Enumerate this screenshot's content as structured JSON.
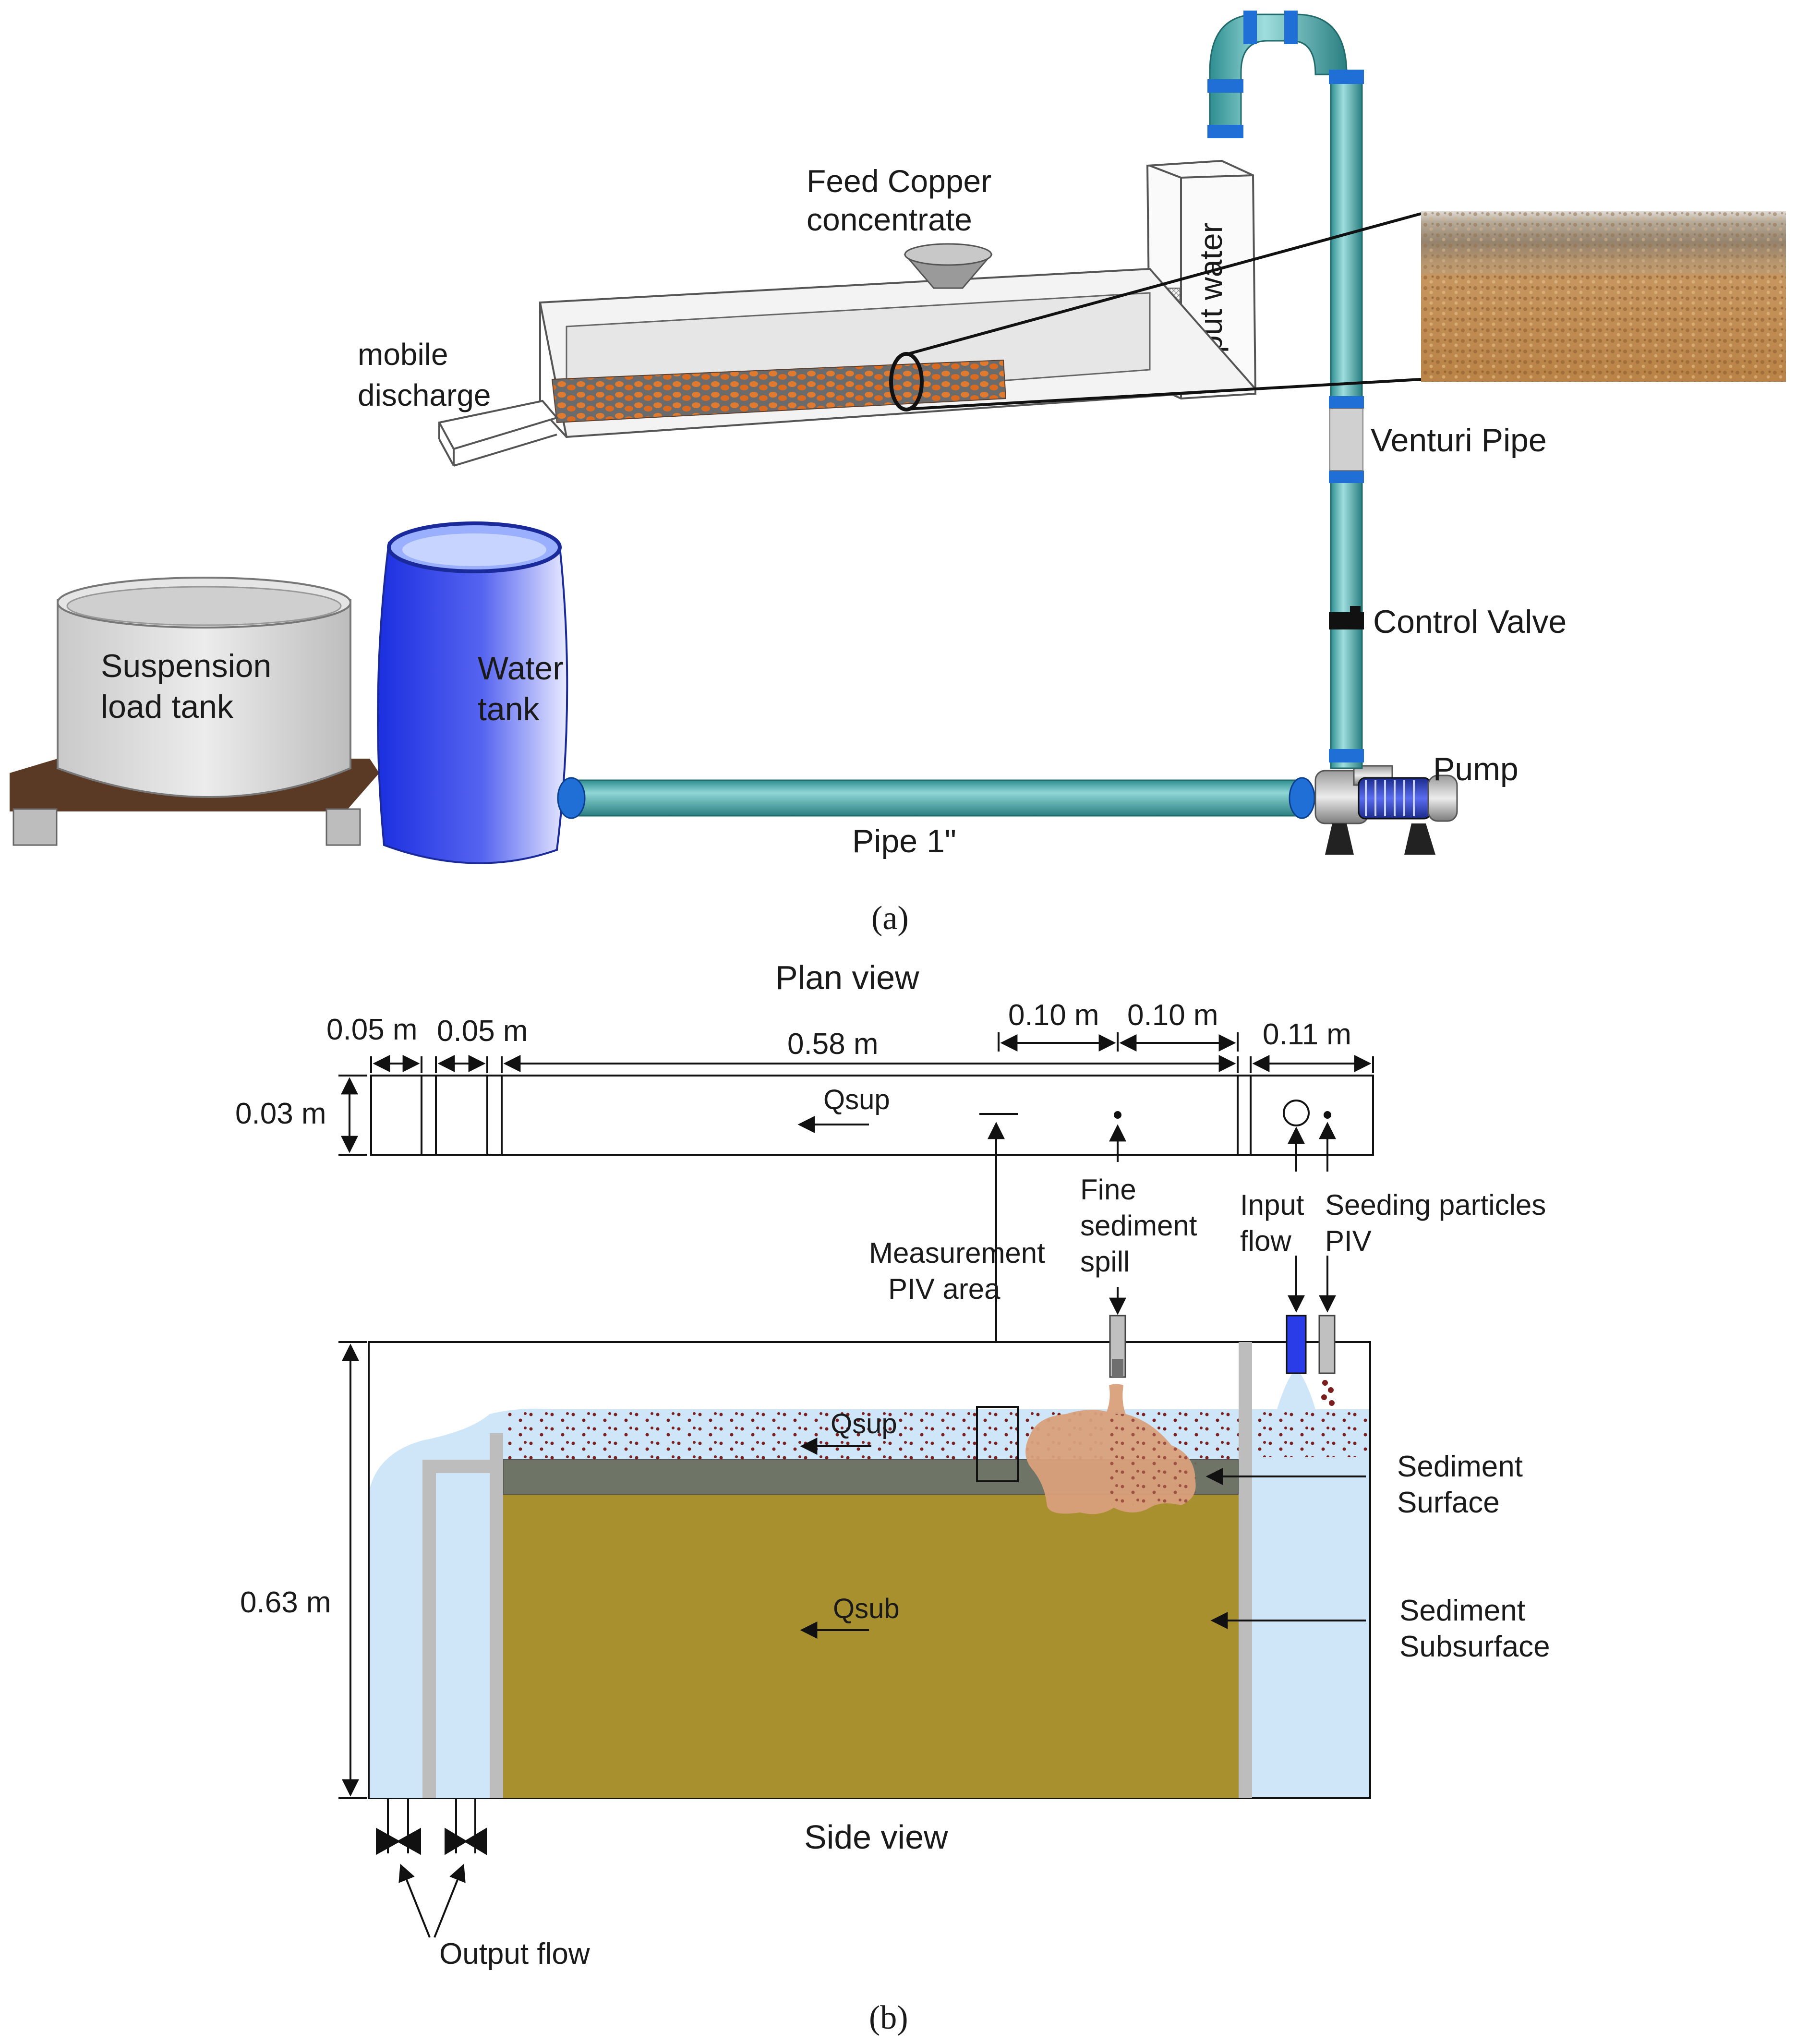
{
  "panel_a": {
    "caption": "(a)",
    "feed_label_line1": "Feed Copper",
    "feed_label_line2": "concentrate",
    "mobile_discharge_line1": "mobile",
    "mobile_discharge_line2": "discharge",
    "input_water": "Input water",
    "venturi": "Venturi Pipe",
    "control_valve": "Control Valve",
    "pump": "Pump",
    "pipe": "Pipe 1\"",
    "suspension_line1": "Suspension",
    "suspension_line2": "load tank",
    "water_line1": "Water",
    "water_line2": "tank"
  },
  "panel_b": {
    "caption": "(b)",
    "plan_title": "Plan view",
    "side_title": "Side view",
    "dim_005a": "0.05 m",
    "dim_005b": "0.05 m",
    "dim_058": "0.58 m",
    "dim_010a": "0.10 m",
    "dim_010b": "0.10 m",
    "dim_011": "0.11 m",
    "dim_003": "0.03 m",
    "dim_063": "0.63 m",
    "qsup_plan": "Qsup",
    "qsup_side": "Qsup",
    "qsub_side": "Qsub",
    "measurement_line1": "Measurement",
    "measurement_line2": "PIV area",
    "fine_line1": "Fine",
    "fine_line2": "sediment",
    "fine_line3": "spill",
    "input_flow_line1": "Input",
    "input_flow_line2": "flow",
    "seeding_line1": "Seeding particles",
    "seeding_line2": "PIV",
    "sed_surface_line1": "Sediment",
    "sed_surface_line2": "Surface",
    "sed_subsurface_line1": "Sediment",
    "sed_subsurface_line2": "Subsurface",
    "output_flow": "Output flow"
  },
  "colors": {
    "pipe_teal": "#4fb3b5",
    "pipe_blue_band": "#1f6fd6",
    "water_tank_blue": "#2a3ce8",
    "sediment_olive": "#a8902f",
    "sediment_surface": "#6e7566",
    "water_light": "#cfe6f8",
    "fine_sediment": "#d9a07b",
    "particles": "#7a1e1e"
  }
}
